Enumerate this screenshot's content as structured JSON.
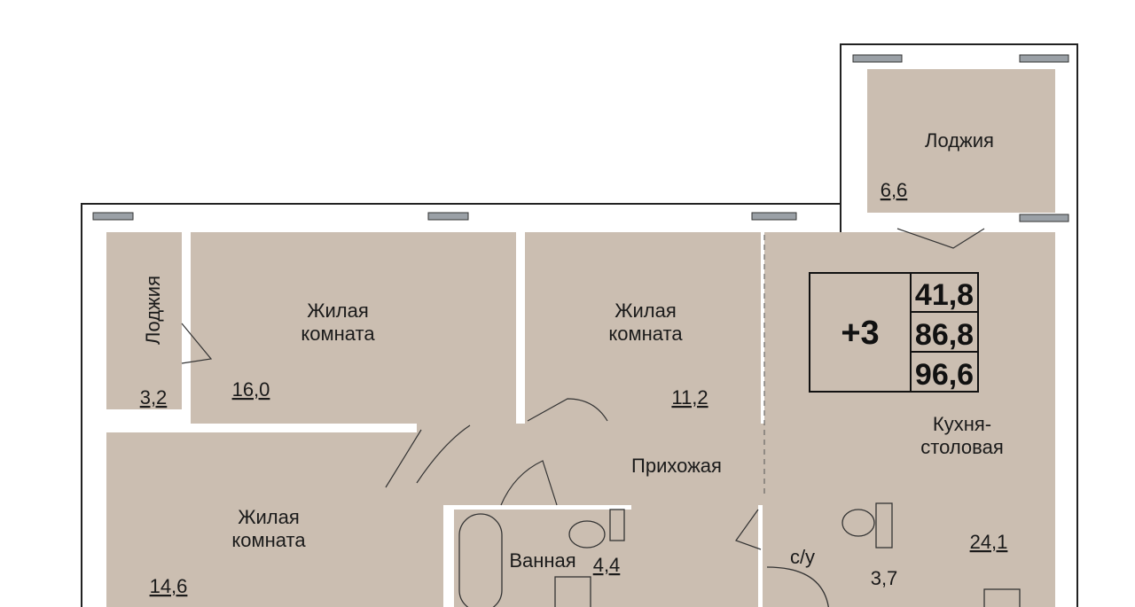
{
  "plan": {
    "rooms": [
      {
        "name": "Лоджия",
        "area": "6,6"
      },
      {
        "name": "Лоджия",
        "area": "3,2"
      },
      {
        "name": "Жилая комната",
        "line1": "Жилая",
        "line2": "комната",
        "area": "16,0"
      },
      {
        "name": "Жилая комната",
        "line1": "Жилая",
        "line2": "комната",
        "area": "11,2"
      },
      {
        "name": "Кухня-столовая",
        "line1": "Кухня-",
        "line2": "столовая",
        "area": "24,1"
      },
      {
        "name": "Прихожая"
      },
      {
        "name": "Жилая комната",
        "line1": "Жилая",
        "line2": "комната",
        "area": "14,6"
      },
      {
        "name": "Ванная",
        "area": "4,4"
      },
      {
        "name": "с/у",
        "area": "3,7"
      }
    ],
    "summary": {
      "rooms_label": "+3",
      "living_area": "41,8",
      "total_area": "86,8",
      "total_with_loggias": "96,6"
    },
    "colors": {
      "room_fill": "#cbbeb1",
      "wall": "#222222"
    }
  }
}
